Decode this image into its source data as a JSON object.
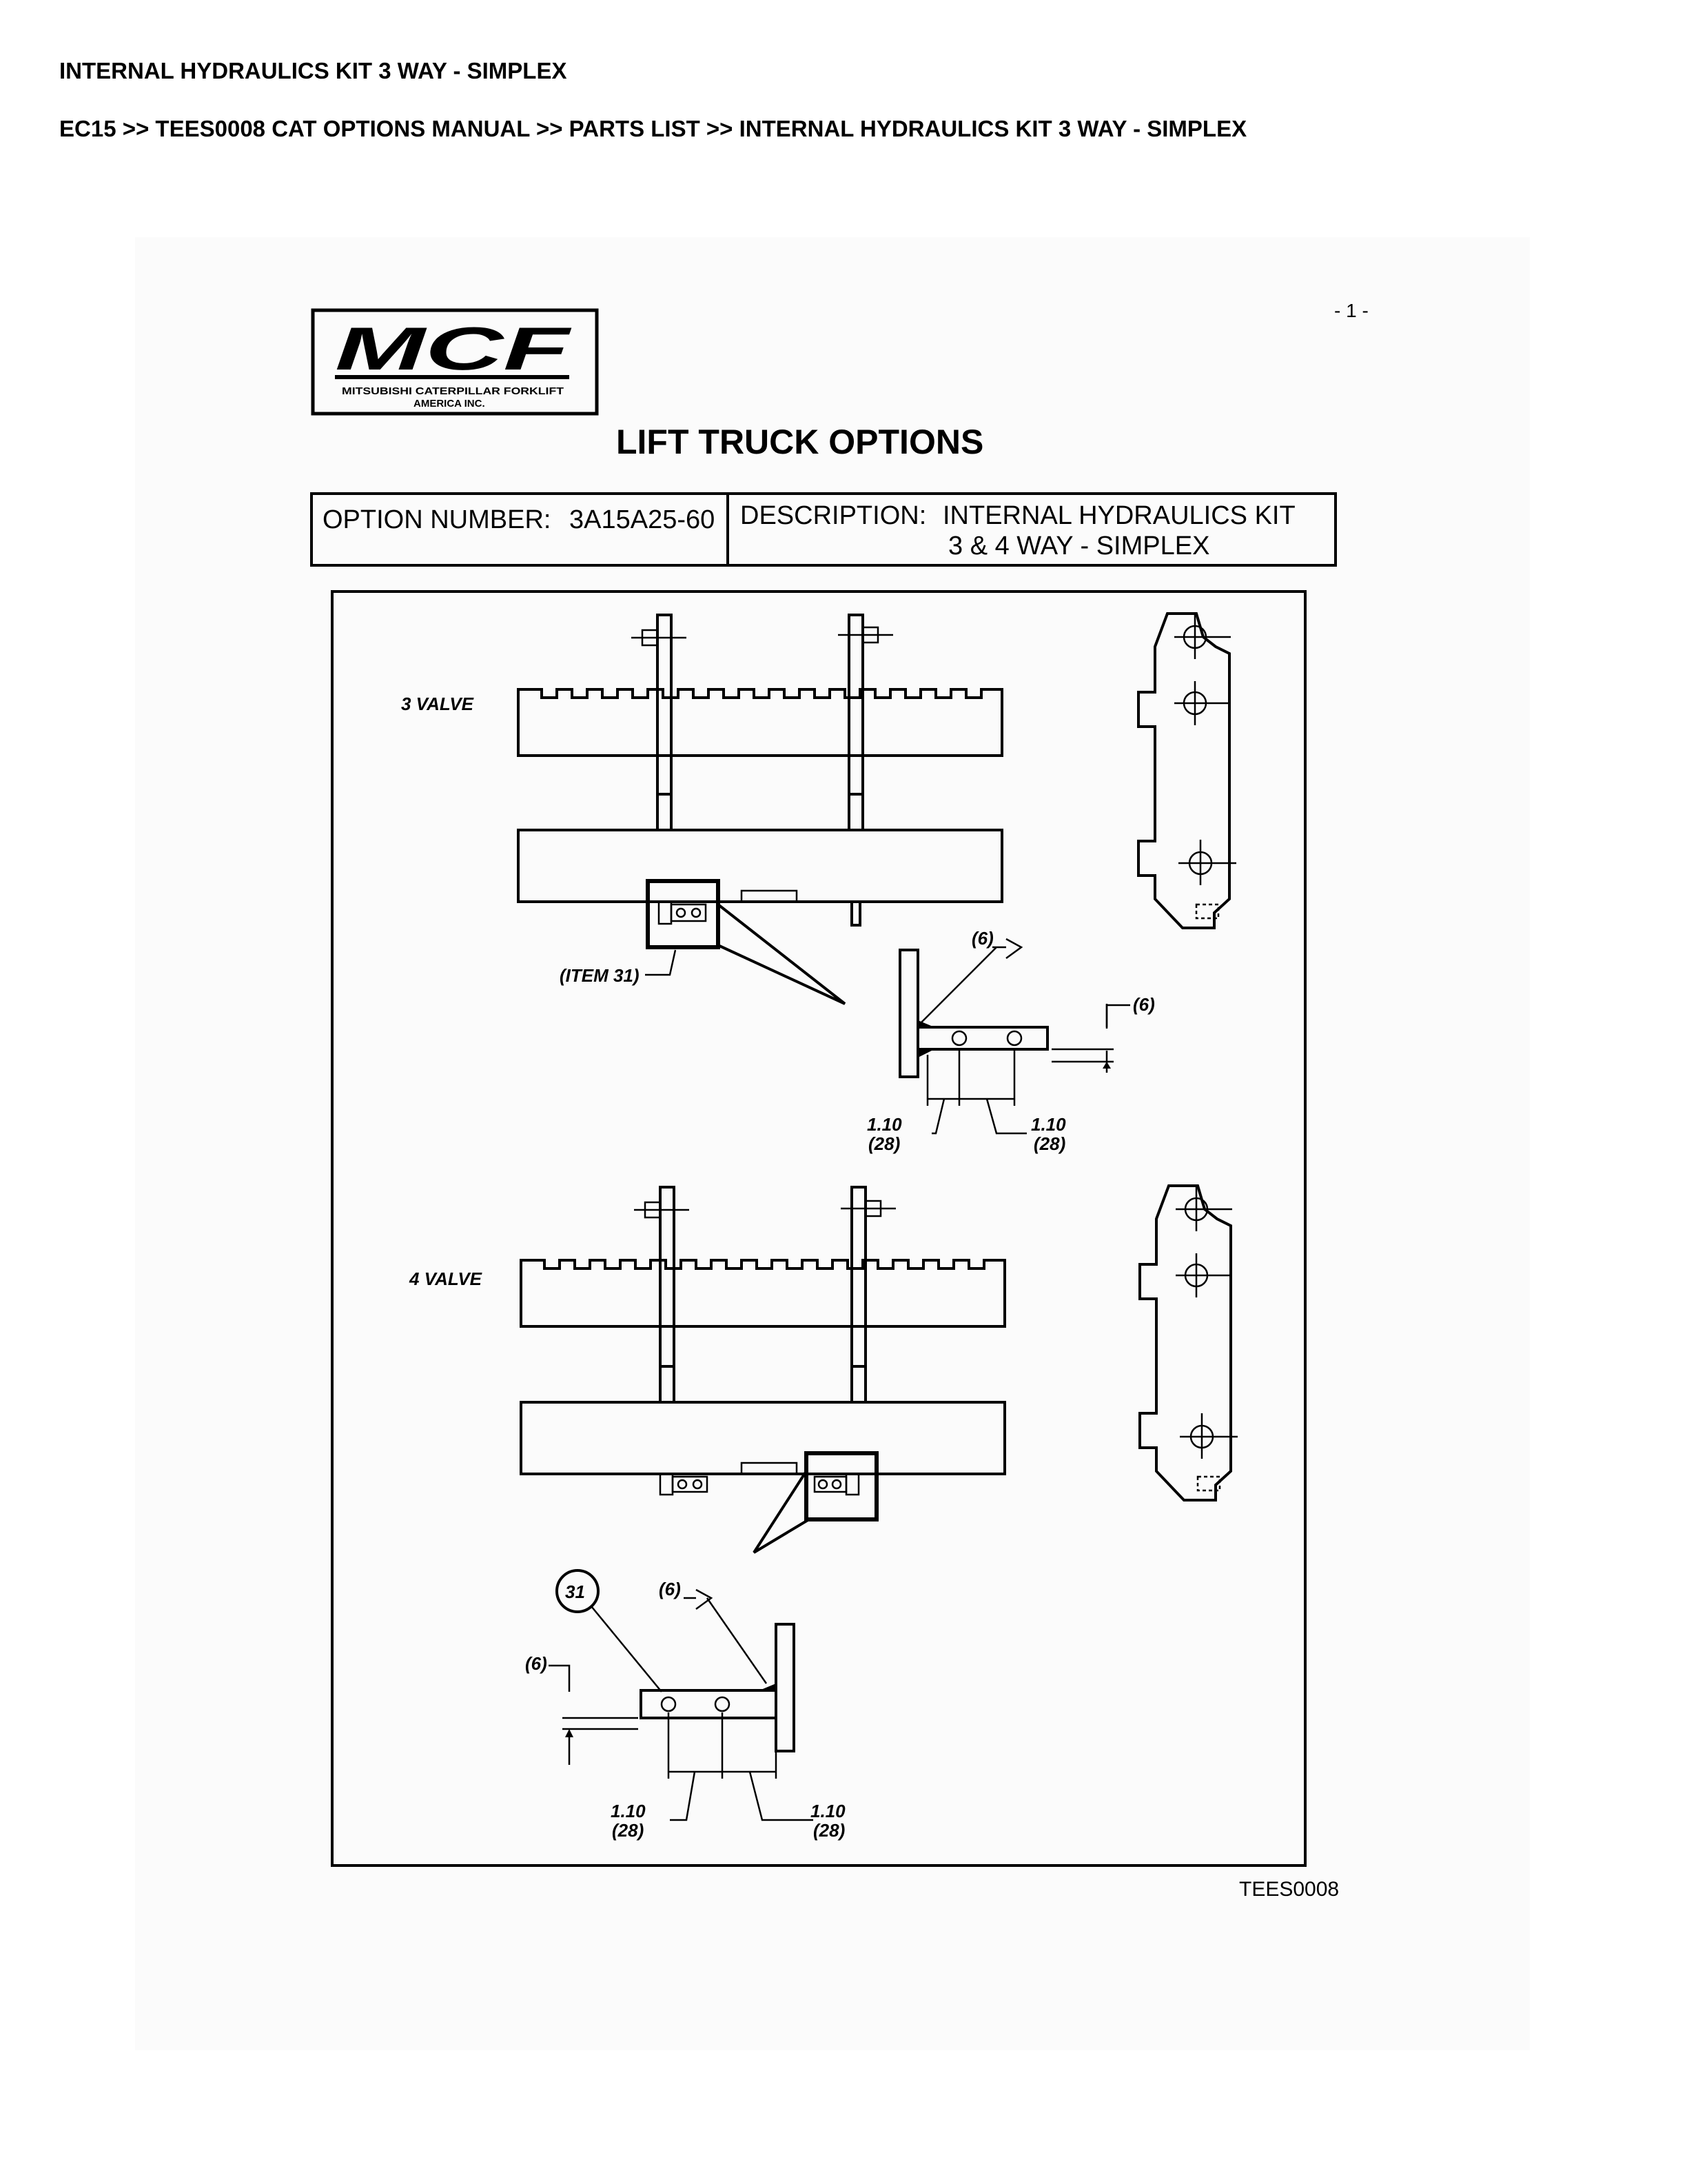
{
  "header": {
    "title": "INTERNAL HYDRAULICS KIT 3 WAY - SIMPLEX",
    "breadcrumb": "EC15 >> TEES0008 CAT OPTIONS MANUAL >> PARTS LIST >> INTERNAL HYDRAULICS KIT 3 WAY - SIMPLEX"
  },
  "document": {
    "page_number": "- 1 -",
    "logo": {
      "mark": "MCF",
      "line1": "MITSUBISHI CATERPILLAR FORKLIFT",
      "line2": "AMERICA INC."
    },
    "heading": "LIFT TRUCK OPTIONS",
    "option_number_label": "OPTION NUMBER:",
    "option_number_value": "3A15A25-60",
    "description_label": "DESCRIPTION:",
    "description_line1": "INTERNAL HYDRAULICS KIT",
    "description_line2": "3 & 4 WAY - SIMPLEX",
    "footer_code": "TEES0008"
  },
  "diagram": {
    "label_3valve": "3 VALVE",
    "label_4valve": "4 VALVE",
    "item_callout": "(ITEM 31)",
    "balloon": "31",
    "weld_size": "(6)",
    "dim_value": "1.10",
    "dim_metric": "(28)"
  }
}
